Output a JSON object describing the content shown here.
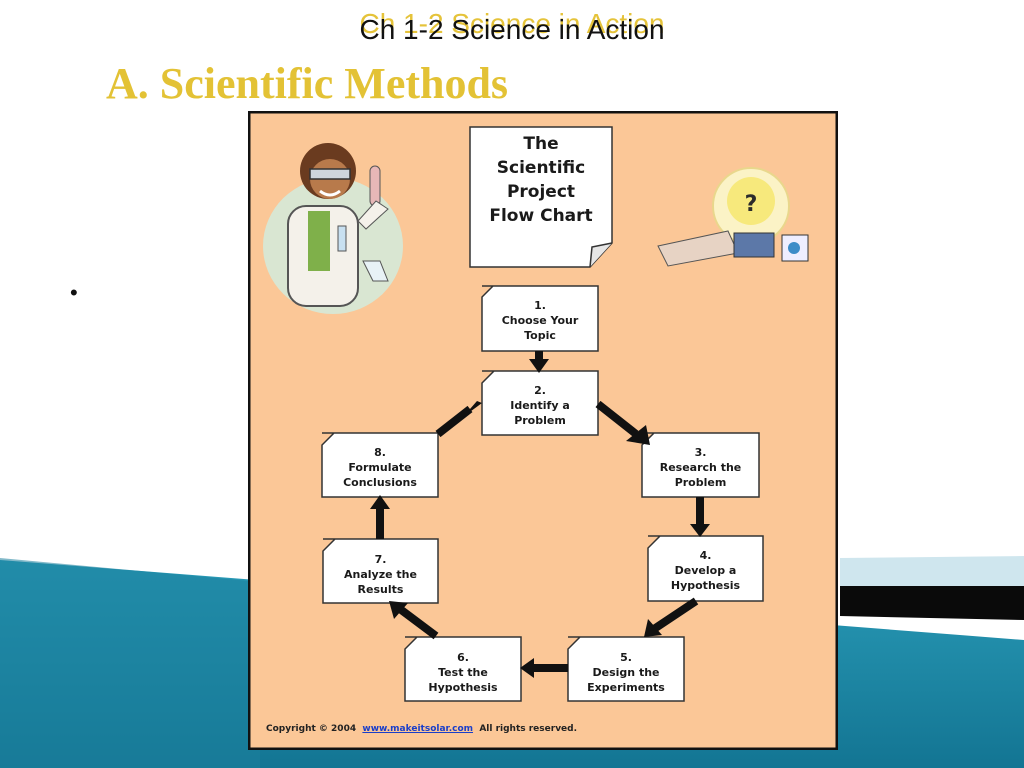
{
  "slide": {
    "title_shadow": "Ch 1-2 Science in Action",
    "title": "Ch 1-2 Science in Action",
    "heading": "A. Scientific Methods",
    "bullet": "•"
  },
  "flowchart": {
    "title_lines": [
      "The",
      "Scientific",
      "Project",
      "Flow Chart"
    ],
    "steps": [
      {
        "lines": [
          "1.",
          "Choose Your",
          "Topic"
        ]
      },
      {
        "lines": [
          "2.",
          "Identify a",
          "Problem"
        ]
      },
      {
        "lines": [
          "3.",
          "Research the",
          "Problem"
        ]
      },
      {
        "lines": [
          "4.",
          "Develop a",
          "Hypothesis"
        ]
      },
      {
        "lines": [
          "5.",
          "Design the",
          "Experiments"
        ]
      },
      {
        "lines": [
          "6.",
          "Test the",
          "Hypothesis"
        ]
      },
      {
        "lines": [
          "7.",
          "Analyze the",
          "Results"
        ]
      },
      {
        "lines": [
          "8.",
          "Formulate",
          "Conclusions"
        ]
      }
    ],
    "footer": {
      "prefix": "Copyright © 2004",
      "link": "www.makeitsolar.com",
      "suffix": "All rights reserved."
    }
  },
  "colors": {
    "panel_bg": "#fbc797",
    "accent_gold": "#e3c235",
    "teal": "#1e8aa6"
  },
  "icons": [
    "scientist-illustration",
    "lightbulb-icon"
  ]
}
